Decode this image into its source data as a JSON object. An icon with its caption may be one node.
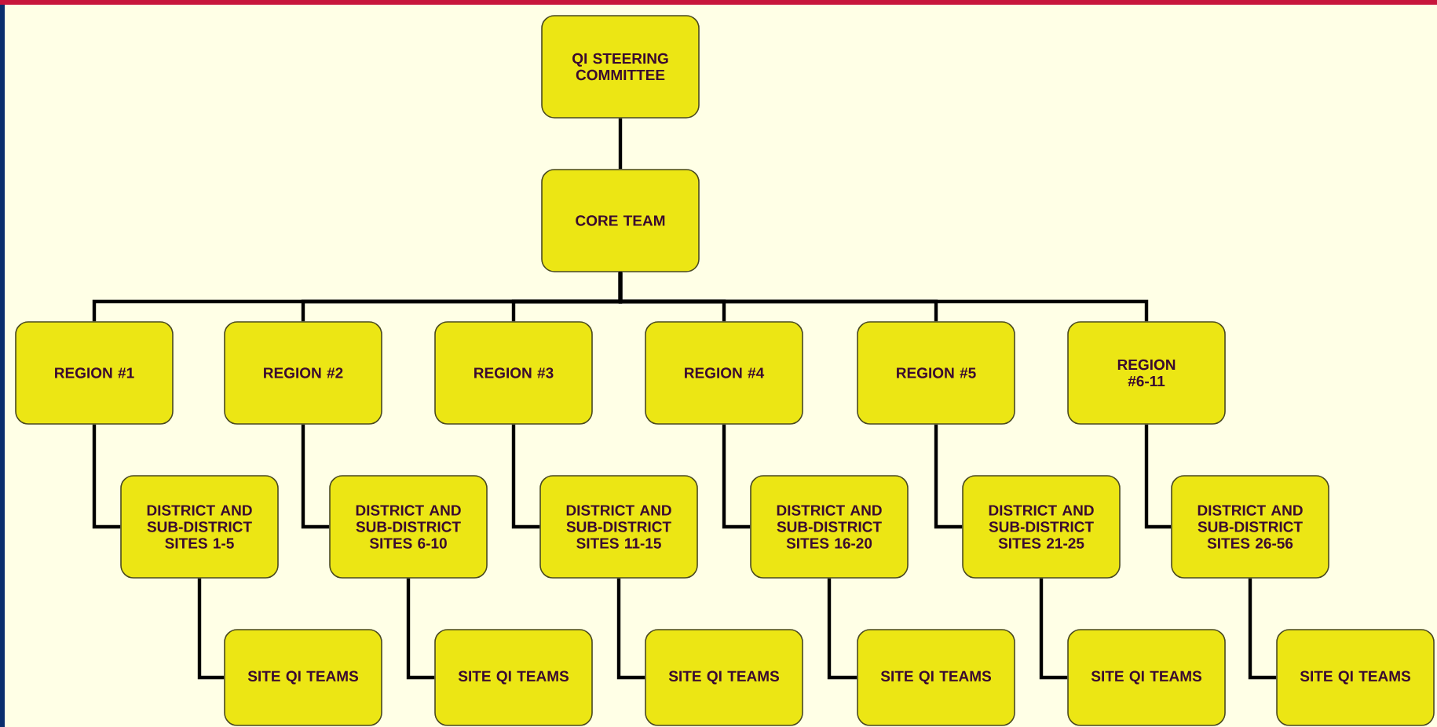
{
  "diagram": {
    "nodes": [
      {
        "text": [
          "QI STEERING COMMITTEE"
        ]
      },
      {
        "text": [
          "CORE TEAM"
        ]
      },
      {
        "text": [
          "REGION #1"
        ]
      },
      {
        "text": [
          "REGION #2"
        ]
      },
      {
        "text": [
          "REGION #3"
        ]
      },
      {
        "text": [
          "REGION #4"
        ]
      },
      {
        "text": [
          "REGION #5"
        ]
      },
      {
        "text": [
          "REGION #6-11"
        ]
      },
      {
        "text": [
          "DISTRICT AND SUB-DISTRICT SITES 1-5"
        ]
      },
      {
        "text": [
          "DISTRICT AND SUB-DISTRICT SITES 6-10"
        ]
      },
      {
        "text": [
          "DISTRICT AND SUB-DISTRICT SITES 11-15"
        ]
      },
      {
        "text": [
          "DISTRICT AND SUB-DISTRICT SITES 16-20"
        ]
      },
      {
        "text": [
          "DISTRICT AND SUB-DISTRICT SITES 21-25"
        ]
      },
      {
        "text": [
          "DISTRICT AND SUB-DISTRICT SITES 26-56"
        ]
      },
      {
        "text": [
          "SITE QI TEAMS"
        ]
      },
      {
        "text": [
          "SITE QI TEAMS"
        ]
      },
      {
        "text": [
          "SITE QI TEAMS"
        ]
      },
      {
        "text": [
          "SITE QI TEAMS"
        ]
      },
      {
        "text": [
          "SITE QI TEAMS"
        ]
      },
      {
        "text": [
          "SITE QI TEAMS"
        ]
      }
    ],
    "edges": [
      {
        "from": 0,
        "to": 1,
        "arrow": "none"
      },
      {
        "from": 1,
        "to": 2,
        "arrow": "none"
      },
      {
        "from": 1,
        "to": 3,
        "arrow": "none"
      },
      {
        "from": 1,
        "to": 4,
        "arrow": "none"
      },
      {
        "from": 1,
        "to": 5,
        "arrow": "none"
      },
      {
        "from": 1,
        "to": 6,
        "arrow": "none"
      },
      {
        "from": 1,
        "to": 7,
        "arrow": "none"
      },
      {
        "from": 2,
        "to": 8,
        "arrow": "none"
      },
      {
        "from": 3,
        "to": 9,
        "arrow": "none"
      },
      {
        "from": 4,
        "to": 10,
        "arrow": "none"
      },
      {
        "from": 5,
        "to": 11,
        "arrow": "none"
      },
      {
        "from": 6,
        "to": 12,
        "arrow": "none"
      },
      {
        "from": 7,
        "to": 13,
        "arrow": "none"
      },
      {
        "from": 8,
        "to": 14,
        "arrow": "none"
      },
      {
        "from": 9,
        "to": 15,
        "arrow": "none"
      },
      {
        "from": 10,
        "to": 16,
        "arrow": "none"
      },
      {
        "from": 11,
        "to": 17,
        "arrow": "none"
      },
      {
        "from": 12,
        "to": 18,
        "arrow": "none"
      },
      {
        "from": 13,
        "to": 19,
        "arrow": "none"
      }
    ]
  }
}
